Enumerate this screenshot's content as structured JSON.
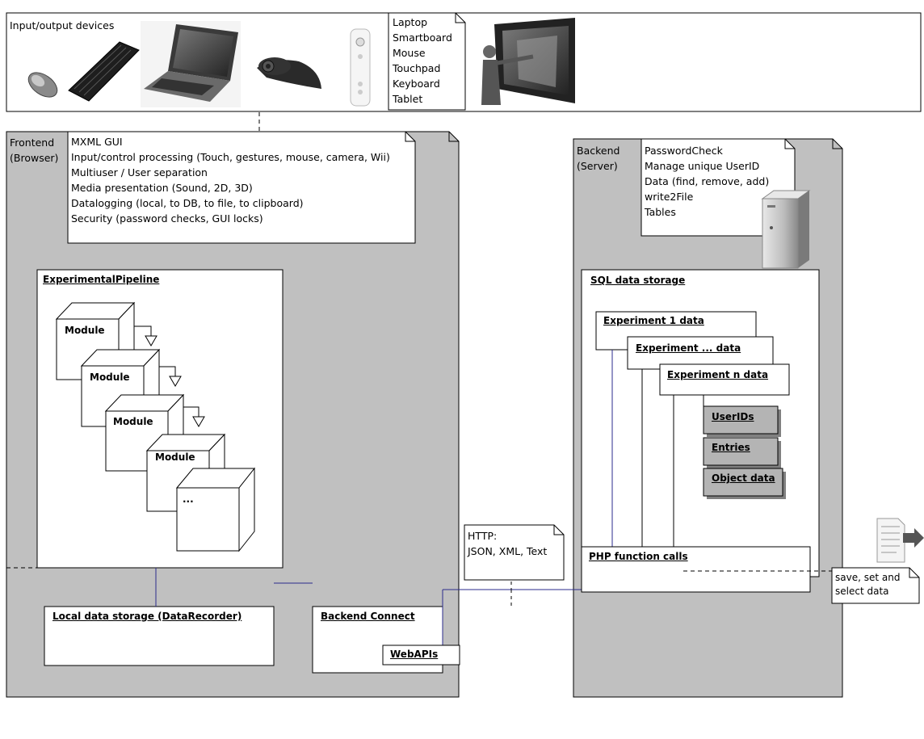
{
  "io_devices": {
    "label": "Input/output devices",
    "note_lines": [
      "Laptop",
      "Smartboard",
      "Mouse",
      "Touchpad",
      "Keyboard",
      "Tablet"
    ]
  },
  "frontend": {
    "label_lines": [
      "Frontend",
      "(Browser)"
    ],
    "note_lines": [
      "MXML GUI",
      "Input/control processing (Touch, gestures, mouse, camera, Wii)",
      "Multiuser / User separation",
      "Media presentation (Sound, 2D, 3D)",
      "Datalogging (local, to DB, to file, to clipboard)",
      "Security (password checks, GUI locks)"
    ],
    "pipeline": {
      "title": "ExperimentalPipeline",
      "modules": [
        "Module",
        "Module",
        "Module",
        "Module",
        "..."
      ]
    },
    "local_storage": "Local data storage (DataRecorder)",
    "backend_connect": "Backend Connect"
  },
  "backend": {
    "label_lines": [
      "Backend",
      "(Server)"
    ],
    "note_lines": [
      "PasswordCheck",
      "Manage unique UserID",
      "Data (find, remove, add)",
      "write2File",
      "Tables"
    ],
    "sql": {
      "title": "SQL data storage",
      "experiments": [
        "Experiment 1 data",
        "Experiment ... data",
        "Experiment n data"
      ],
      "tables": [
        "UserIDs",
        "Entries",
        "Object data"
      ]
    },
    "php": "PHP function calls"
  },
  "http_note": {
    "lines": [
      "HTTP:",
      "JSON, XML, Text"
    ]
  },
  "file_note": {
    "lines": [
      "save, set and",
      "select data"
    ]
  },
  "webapis": "WebAPIs",
  "colors": {
    "panel_gray": "#c0c0c0",
    "connector_blue": "#2b2b8c",
    "table_gray": "#b4b4b4"
  }
}
